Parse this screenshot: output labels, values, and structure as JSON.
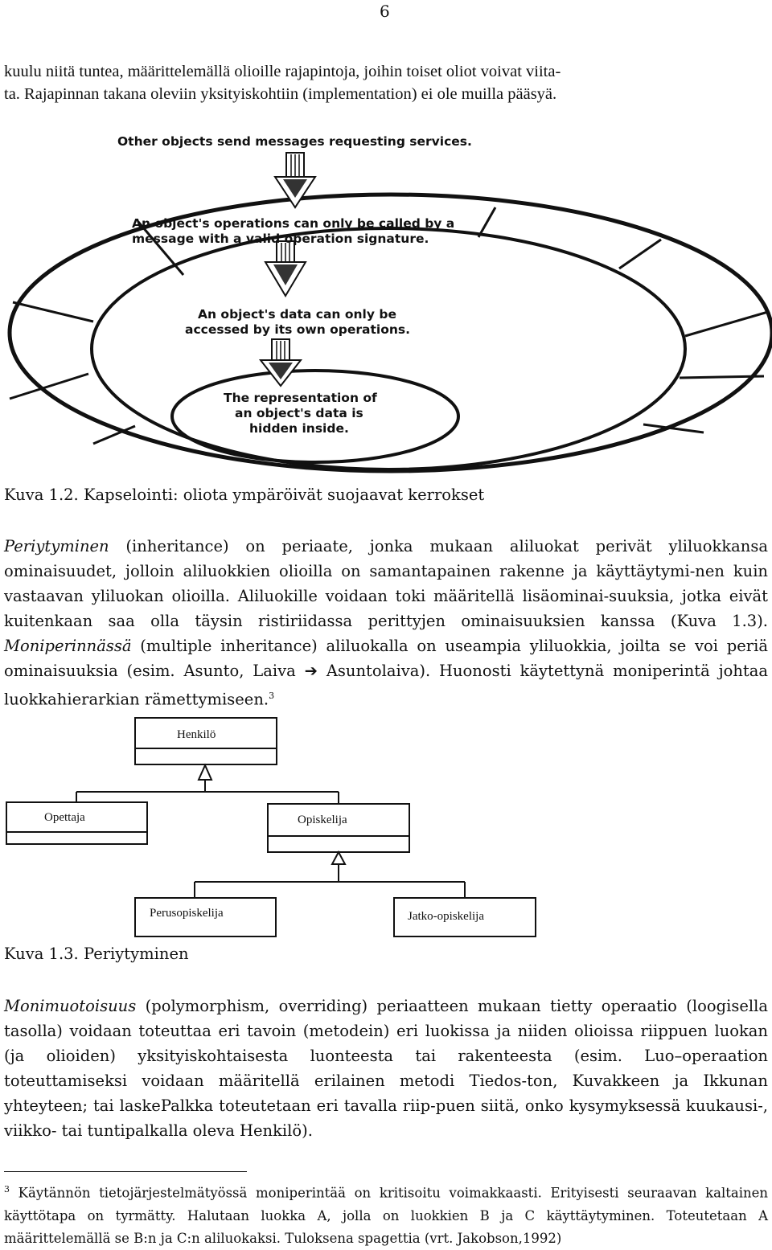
{
  "page_number": "6",
  "intro": {
    "line1": "kuulu niitä tuntea, määrittelemällä olioille rajapintoja, joihin toiset oliot voivat viita-",
    "line2": "ta. Rajapinnan takana oleviin yksityiskohtiin (implementation) ei ole muilla pääsyä."
  },
  "figure1": {
    "top_label": "Other objects send messages requesting services.",
    "operations_line1": "An object's operations can only be called by a",
    "operations_line2": "message with a valid operation signature.",
    "data_line1": "An object's data can only be",
    "data_line2": "accessed by its own operations.",
    "core_line1": "The representation of",
    "core_line2": "an object's data is",
    "core_line3": "hidden inside.",
    "caption": "Kuva 1.2. Kapselointi: oliota ympäröivät suojaavat kerrokset"
  },
  "inheritance": {
    "term": "Periytyminen",
    "text1": " (inheritance) on periaate, jonka mukaan aliluokat perivät yliluokkansa ominaisuudet, jolloin aliluokkien olioilla on samantapainen rakenne ja käyttäytymi-nen kuin vastaavan yliluokan olioilla. Aliluokille voidaan toki määritellä lisäominai-suuksia, jotka eivät kuitenkaan saa olla täysin ristiriidassa perittyjen ominaisuuksien kanssa (Kuva 1.3). ",
    "term2": "Moniperinnässä",
    "text2": " (multiple inheritance) aliluokalla on useampia yliluokkia, joilta se voi periä ominaisuuksia (esim. Asunto, Laiva ",
    "arrow": "➔",
    "text3": " Asuntolaiva). Huonosti käytettynä moniperintä johtaa luokkahierarkian rämettymiseen.",
    "footnote_ref": "3"
  },
  "figure2": {
    "class_person": "Henkilö",
    "class_teacher": "Opettaja",
    "class_student": "Opiskelija",
    "class_basic_student": "Perusopiskelija",
    "class_postgrad": "Jatko-opiskelija",
    "caption": "Kuva 1.3. Periytyminen"
  },
  "polymorphism": {
    "term": "Monimuotoisuus",
    "text": " (polymorphism, overriding) periaatteen mukaan tietty operaatio (loogisella tasolla) voidaan toteuttaa eri tavoin (metodein) eri luokissa ja niiden olioissa riippuen luokan (ja olioiden) yksityiskohtaisesta luonteesta tai rakenteesta (esim. Luo–operaation toteuttamiseksi voidaan määritellä erilainen metodi Tiedos-ton, Kuvakkeen ja Ikkunan yhteyteen; tai laskePalkka toteutetaan eri tavalla riip-puen siitä, onko kysymyksessä kuukausi-, viikko- tai tuntipalkalla oleva Henkilö)."
  },
  "footnote": {
    "number": "3",
    "text": " Käytännön tietojärjestelmätyössä moniperintää on kritisoitu voimakkaasti. Erityisesti seuraavan kaltainen käyttötapa on tyrmätty. Halutaan luokka A, jolla on luokkien B ja C käyttäytyminen. Toteutetaan A määrittelemällä se B:n ja C:n aliluokaksi. Tuloksena spagettia (vrt. Jakobson,1992)"
  }
}
